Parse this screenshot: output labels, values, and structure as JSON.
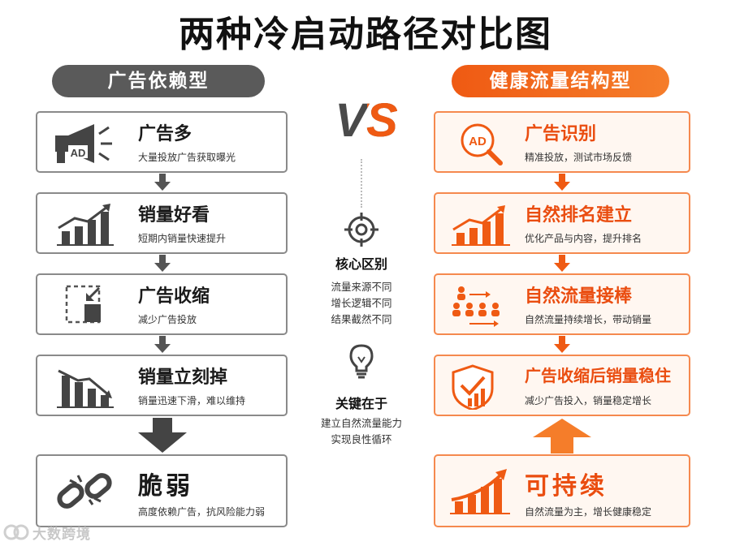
{
  "title": "两种冷启动路径对比图",
  "left": {
    "header": "广告依赖型",
    "cards": [
      {
        "title": "广告多",
        "sub": "大量投放广告获取曝光",
        "icon": "megaphone-ad-icon"
      },
      {
        "title": "销量好看",
        "sub": "短期内销量快速提升",
        "icon": "bar-chart-up-icon"
      },
      {
        "title": "广告收缩",
        "sub": "减少广告投放",
        "icon": "shrink-icon"
      },
      {
        "title": "销量立刻掉",
        "sub": "销量迅速下滑，难以维持",
        "icon": "bar-chart-down-icon"
      },
      {
        "title": "脆弱",
        "sub": "高度依赖广告，抗风险能力弱",
        "icon": "broken-chain-icon"
      }
    ]
  },
  "right": {
    "header": "健康流量结构型",
    "cards": [
      {
        "title": "广告识别",
        "sub": "精准投放，测试市场反馈",
        "icon": "ad-magnifier-icon"
      },
      {
        "title": "自然排名建立",
        "sub": "优化产品与内容，提升排名",
        "icon": "bar-chart-up-icon"
      },
      {
        "title": "自然流量接棒",
        "sub": "自然流量持续增长，带动销量",
        "icon": "people-flow-icon"
      },
      {
        "title": "广告收缩后销量稳住",
        "sub": "减少广告投入，销量稳定增长",
        "icon": "shield-check-icon"
      },
      {
        "title": "可持续",
        "sub": "自然流量为主，增长健康稳定",
        "icon": "growth-arrow-icon"
      }
    ]
  },
  "vs": "VS",
  "middle": {
    "diff_title": "核心区别",
    "diff_lines": [
      "流量来源不同",
      "增长逻辑不同",
      "结果截然不同"
    ],
    "key_title": "关键在于",
    "key_lines": [
      "建立自然流量能力",
      "实现良性循环"
    ]
  },
  "watermark": "大数跨境",
  "colors": {
    "orange": "#ef5a13",
    "gray": "#5a5a5a"
  }
}
